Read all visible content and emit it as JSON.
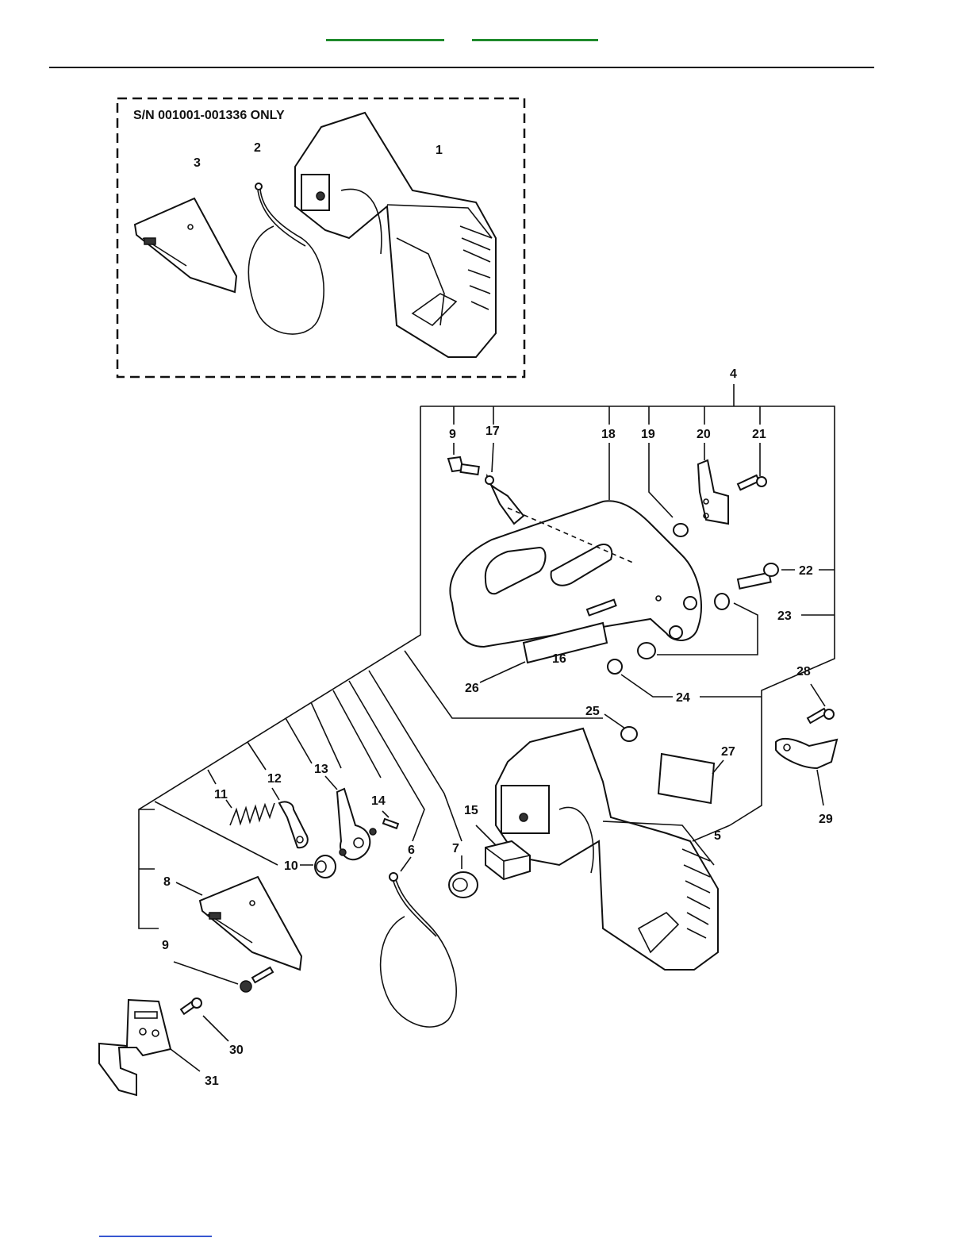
{
  "header": {
    "link_left": "",
    "link_right": ""
  },
  "footer": {
    "link": ""
  },
  "inset": {
    "title": "S/N 001001-001336 ONLY"
  },
  "callouts": {
    "c1": "1",
    "c2": "2",
    "c3": "3",
    "c4": "4",
    "c5": "5",
    "c6": "6",
    "c7": "7",
    "c8": "8",
    "c9a": "9",
    "c9b": "9",
    "c10": "10",
    "c11": "11",
    "c12": "12",
    "c13": "13",
    "c14": "14",
    "c15": "15",
    "c16": "16",
    "c17": "17",
    "c18": "18",
    "c19": "19",
    "c20": "20",
    "c21": "21",
    "c22": "22",
    "c23": "23",
    "c24": "24",
    "c25": "25",
    "c26": "26",
    "c27": "27",
    "c28": "28",
    "c29": "29",
    "c30": "30",
    "c31": "31"
  },
  "colors": {
    "link_green": "#1f8a2c",
    "link_blue": "#3757d1",
    "line": "#111111"
  }
}
